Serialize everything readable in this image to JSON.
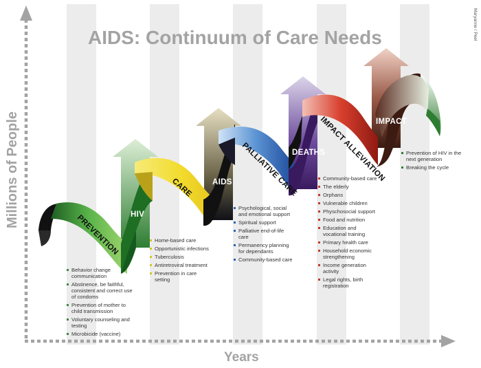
{
  "title": "AIDS: Continuum of Care Needs",
  "y_axis_label": "Millions of People",
  "x_axis_label": "Years",
  "credit": "Maryanne / Peel",
  "stages": [
    {
      "label": "PREVENTION",
      "color": "#3b8a3a"
    },
    {
      "label": "HIV",
      "color": "#4e9a45"
    },
    {
      "label": "CARE",
      "color": "#e8d23a"
    },
    {
      "label": "AIDS",
      "color": "#1f1f2e"
    },
    {
      "label": "PALLIATIVE CARE",
      "color": "#2d64b4"
    },
    {
      "label": "DEATHS",
      "color": "#4b2372"
    },
    {
      "label": "IMPACT ALLEVIATION",
      "color": "#c0392b"
    },
    {
      "label": "IMPACT",
      "color": "#5a2c20"
    }
  ],
  "lists": {
    "prevention": {
      "bullet_color": "#3b8a3a",
      "items": [
        "Behavior change communication",
        "Abstinence, be faithful, consistent and correct use of condoms",
        "Prevention of mother to child transmission",
        "Voluntary counseling and testing",
        "Microbicide (vaccine)"
      ]
    },
    "care": {
      "bullet_color": "#d9c21f",
      "items": [
        "Home-based care",
        "Opportunistic infections",
        "Tuberculosis",
        "Antiretroviral treatment",
        "Prevention in care setting"
      ]
    },
    "palliative": {
      "bullet_color": "#2d64b4",
      "items": [
        "Psychological, social and emotional support",
        "Spiritual support",
        "Palliative end-of-life care",
        "Permanency planning for dependants",
        "Community-based care"
      ]
    },
    "impact_alleviation": {
      "bullet_color": "#c0392b",
      "items": [
        "Community-based care",
        "The elderly",
        "Orphans",
        "Vulnerable children",
        "Physchosocial support",
        "Food and nutrition",
        "Education and vocational training",
        "Primary health care",
        "Household economic strengthening",
        "Income generation activity",
        "Legal rights, birth registration"
      ]
    },
    "impact": {
      "bullet_color": "#2e7d32",
      "items": [
        "Prevention of HIV in the next generation",
        "Breaking the cycle"
      ]
    }
  }
}
